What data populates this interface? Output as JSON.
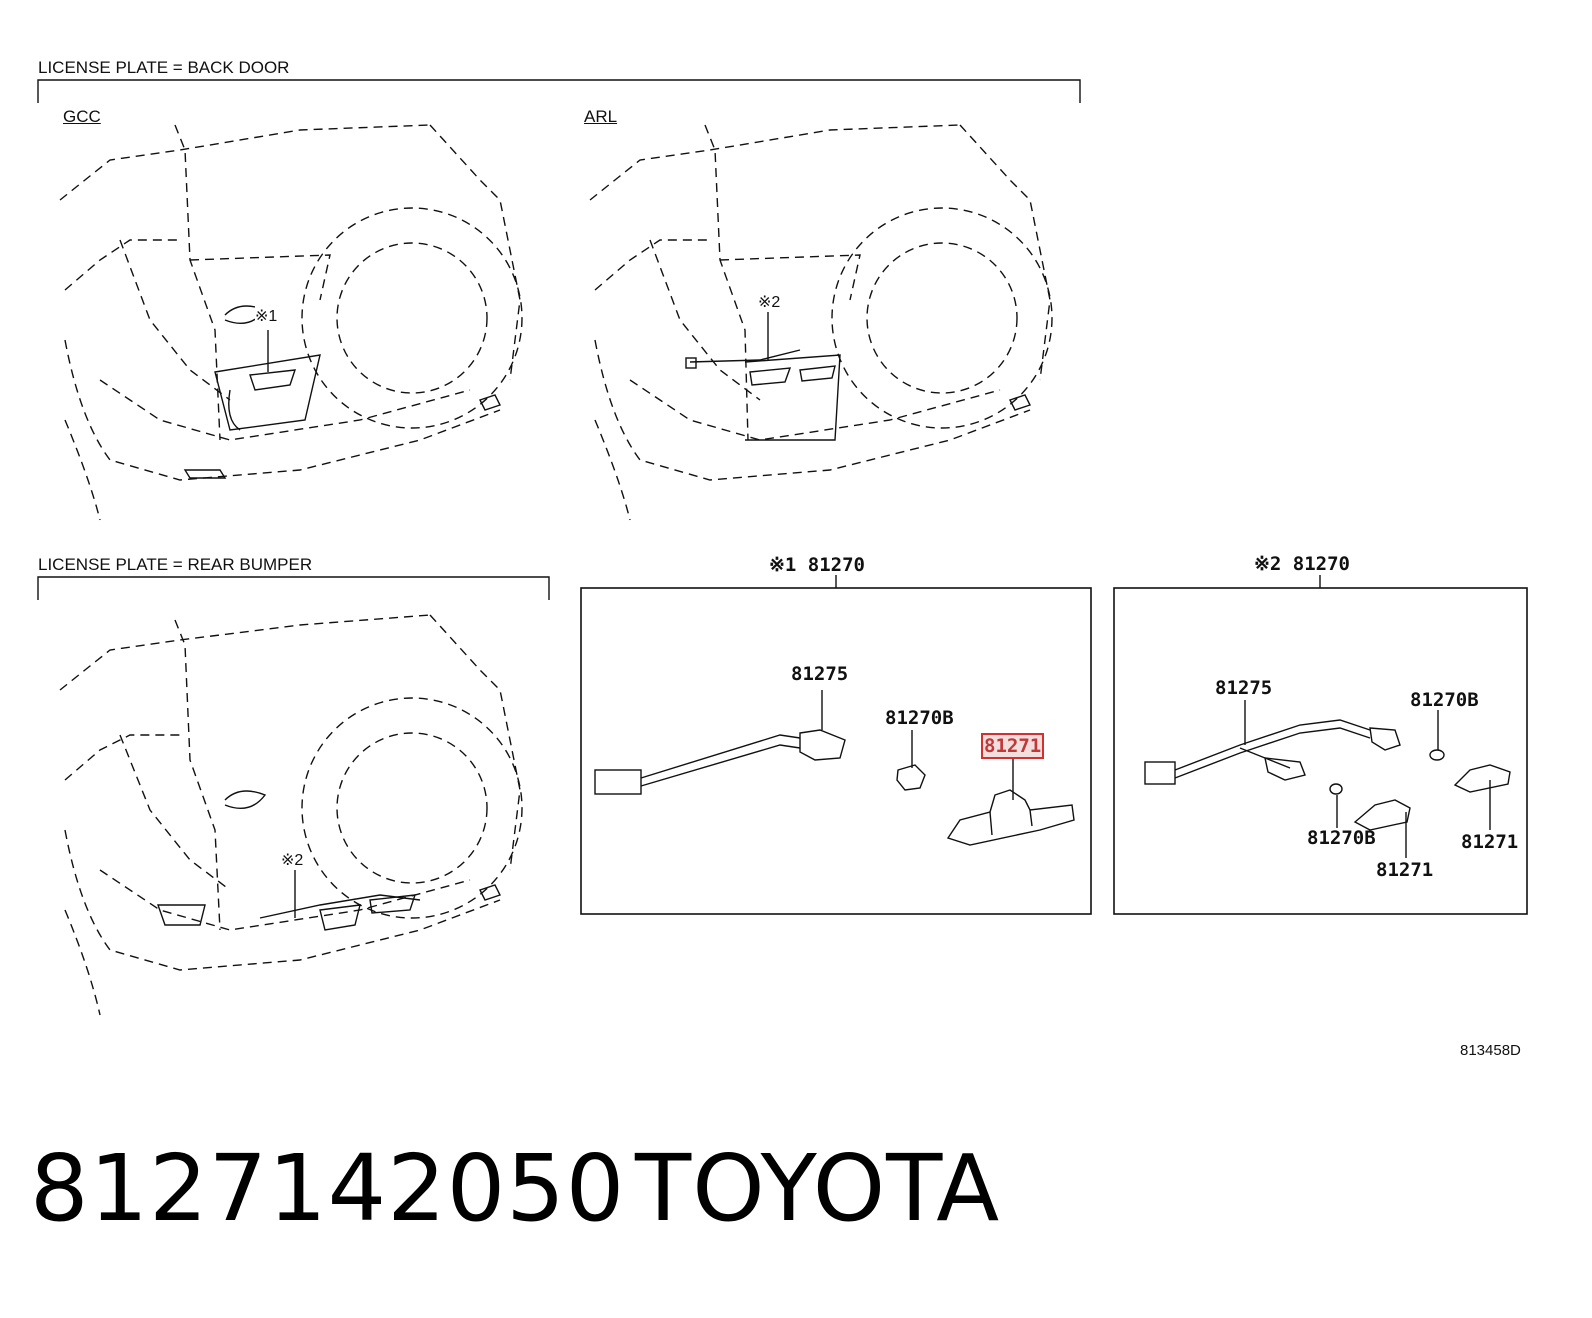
{
  "sections": {
    "back_door": {
      "title": "LICENSE PLATE = BACK DOOR",
      "views": [
        {
          "label": "GCC",
          "callout": "※1"
        },
        {
          "label": "ARL",
          "callout": "※2"
        }
      ]
    },
    "rear_bumper": {
      "title": "LICENSE PLATE = REAR BUMPER",
      "callout": "※2"
    }
  },
  "detail_1": {
    "title": "※1 81270",
    "parts": [
      "81275",
      "81270B",
      "81271"
    ],
    "highlighted_part": "81271"
  },
  "detail_2": {
    "title": "※2 81270",
    "parts": [
      "81275",
      "81270B",
      "81270B",
      "81271",
      "81271"
    ]
  },
  "figure_id": "813458D",
  "footer": {
    "part_number": "8127142050",
    "brand": "TOYOTA"
  },
  "colors": {
    "highlight_border": "#d43030",
    "highlight_fill": "#f3dede"
  }
}
